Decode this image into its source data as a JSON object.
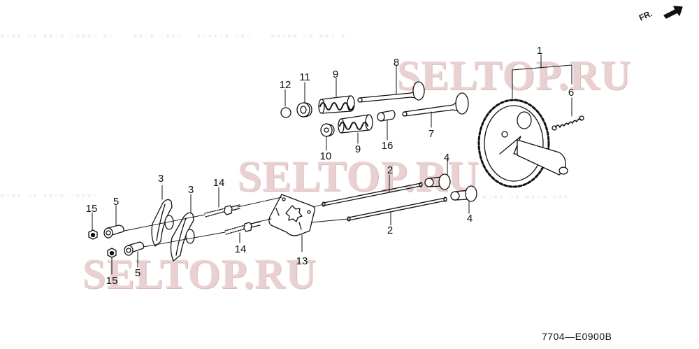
{
  "diagram": {
    "type": "exploded parts diagram",
    "direction_indicator": "FR.",
    "drawing_code": "7704—E0900B",
    "watermarks": [
      {
        "text": "SELTOP.RU",
        "position": "top-right"
      },
      {
        "text": "SELTOP.RU",
        "position": "center"
      },
      {
        "text": "SELTOP.RU",
        "position": "bottom-left"
      }
    ],
    "parts": [
      {
        "ref": "1",
        "name": "camshaft-gear"
      },
      {
        "ref": "2",
        "name": "push-rod"
      },
      {
        "ref": "2",
        "name": "push-rod"
      },
      {
        "ref": "3",
        "name": "rocker-arm"
      },
      {
        "ref": "3",
        "name": "rocker-arm"
      },
      {
        "ref": "4",
        "name": "valve-lifter"
      },
      {
        "ref": "4",
        "name": "valve-lifter"
      },
      {
        "ref": "5",
        "name": "pivot-adjuster"
      },
      {
        "ref": "5",
        "name": "pivot-adjuster"
      },
      {
        "ref": "6",
        "name": "decompressor-spring"
      },
      {
        "ref": "7",
        "name": "intake-valve"
      },
      {
        "ref": "8",
        "name": "exhaust-valve"
      },
      {
        "ref": "9",
        "name": "valve-spring"
      },
      {
        "ref": "9",
        "name": "valve-spring"
      },
      {
        "ref": "10",
        "name": "valve-retainer"
      },
      {
        "ref": "11",
        "name": "exhaust-valve-retainer"
      },
      {
        "ref": "12",
        "name": "valve-rotator-cap"
      },
      {
        "ref": "13",
        "name": "push-rod-guide-plate"
      },
      {
        "ref": "14",
        "name": "rocker-arm-pivot-bolt"
      },
      {
        "ref": "14",
        "name": "rocker-arm-pivot-bolt"
      },
      {
        "ref": "15",
        "name": "pivot-lock-nut"
      },
      {
        "ref": "15",
        "name": "pivot-lock-nut"
      },
      {
        "ref": "16",
        "name": "valve-stem-seal"
      }
    ],
    "callouts": {
      "c1": "1",
      "c2a": "2",
      "c2b": "2",
      "c3a": "3",
      "c3b": "3",
      "c4a": "4",
      "c4b": "4",
      "c5a": "5",
      "c5b": "5",
      "c6": "6",
      "c7": "7",
      "c8": "8",
      "c9a": "9",
      "c9b": "9",
      "c10": "10",
      "c11": "11",
      "c12": "12",
      "c13": "13",
      "c14a": "14",
      "c14b": "14",
      "c15a": "15",
      "c15b": "15",
      "c16": "16"
    }
  }
}
